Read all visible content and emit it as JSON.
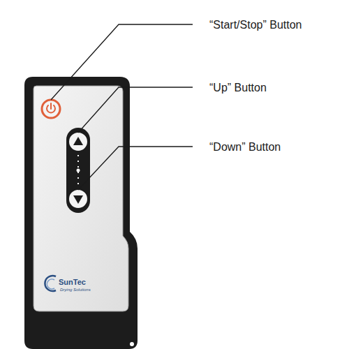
{
  "diagram": {
    "labels": [
      "“Start/Stop” Button",
      "“Up” Button",
      "“Down” Button",
      "SunTec",
      "Drying Solutions"
    ]
  }
}
